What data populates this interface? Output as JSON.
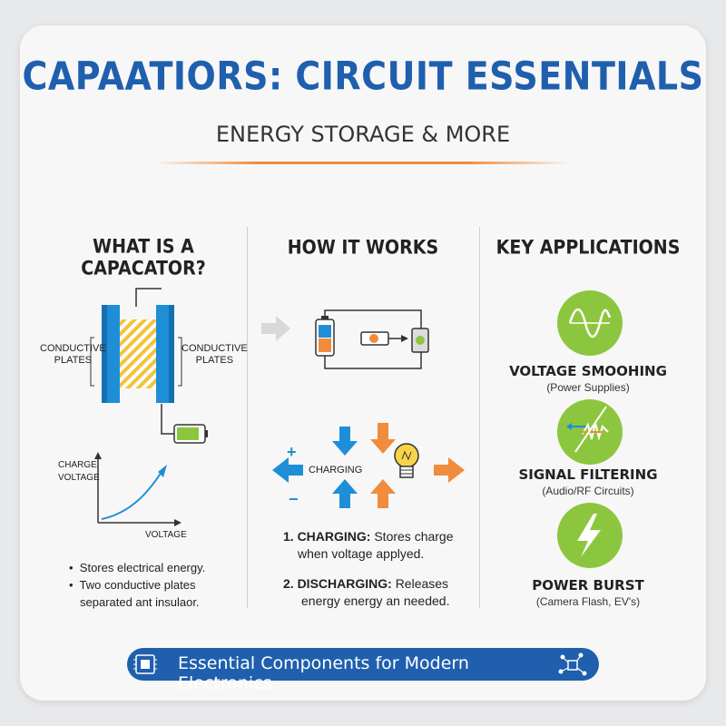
{
  "header": {
    "title": "CAPAATIORS: CIRCUIT ESSENTIALS",
    "subtitle": "ENERGY STORAGE & MORE"
  },
  "columns": {
    "what": {
      "heading": "WHAT IS A CAPACATOR?",
      "left_plate_label": [
        "CONDUCTIVE",
        "PLATES"
      ],
      "right_plate_label": [
        "CONDUCTIVE",
        "PLATES"
      ],
      "graph_y_label": [
        "CHARGE",
        "VOLTAGE"
      ],
      "graph_x_label": "VOLTAGE",
      "bullets": [
        "Stores electrical energy.",
        "Two conductive plates",
        "separated ant insulaor."
      ]
    },
    "how": {
      "heading": "HOW IT WORKS",
      "charging_label": "CHARGING",
      "plus_sign": "+",
      "minus_sign": "−",
      "steps": [
        {
          "num_title": "1. CHARGING:",
          "text1": "Stores charge",
          "text2": "when voltage applyed."
        },
        {
          "num_title": "2. DISCHARGING:",
          "text1": "Releases",
          "text2": "energy energy an needed."
        }
      ]
    },
    "apps": {
      "heading": "KEY APPLICATIONS",
      "items": [
        {
          "title": "VOLTAGE SMOOHING",
          "sub": "(Power Supplies)",
          "icon": "sine-wave-icon"
        },
        {
          "title": "SIGNAL FILTERING",
          "sub": "(Audio/RF Circuits)",
          "icon": "filter-icon"
        },
        {
          "title": "POWER BURST",
          "sub": "(Camera Flash, EV's)",
          "icon": "lightning-icon"
        }
      ]
    }
  },
  "banner": {
    "text": "Essential Components for Modern Electronics."
  },
  "colors": {
    "title_blue": "#1f5fae",
    "accent_orange": "#f08c3c",
    "plate_blue": "#1e8fd6",
    "green": "#8cc63f"
  }
}
